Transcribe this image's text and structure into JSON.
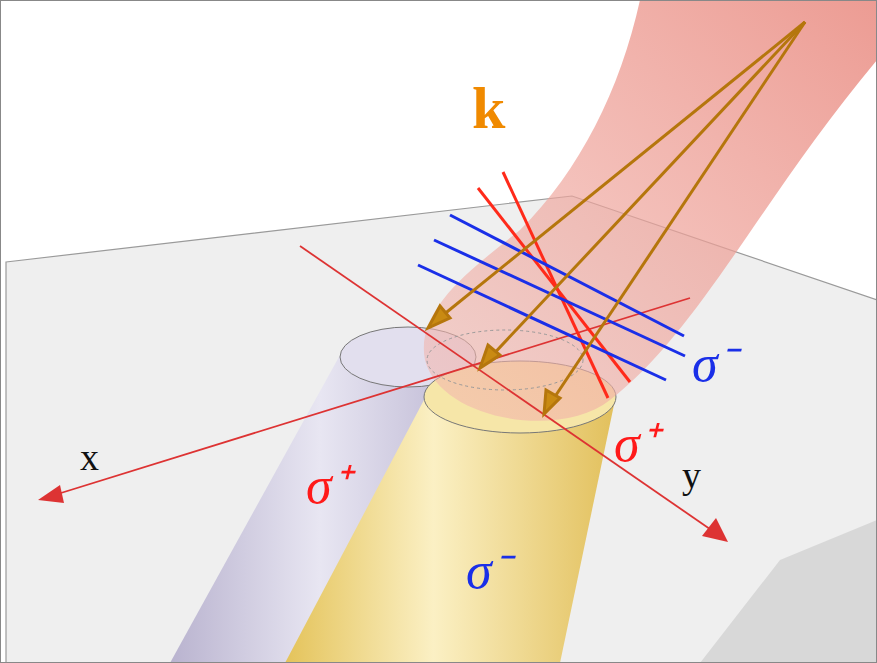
{
  "diagram": {
    "labels": [
      "k",
      "σ⁻",
      "σ⁺",
      "x",
      "y",
      "σ⁺",
      "σ⁻"
    ]
  }
}
